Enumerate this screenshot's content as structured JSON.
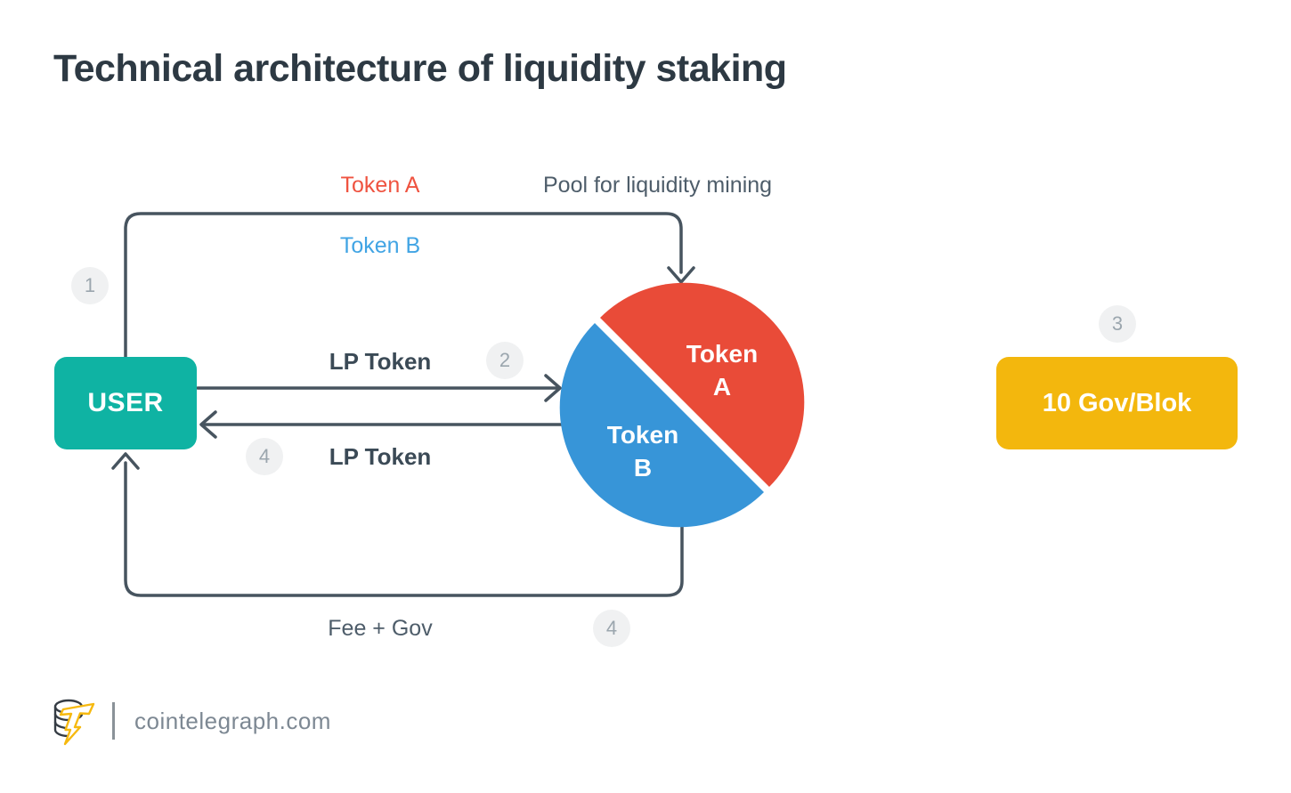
{
  "title": "Technical architecture of liquidity staking",
  "flow": {
    "deposit_token_a_label": "Token A",
    "deposit_token_b_label": "Token B",
    "pool_label": "Pool for liquidity mining",
    "lp_token_out_label": "LP Token",
    "lp_token_in_label": "LP Token",
    "fee_gov_label": "Fee + Gov",
    "user_node_label": "USER",
    "reward_node_label": "10 Gov/Blok",
    "pool_segment_a": {
      "line1": "Token",
      "line2": "A"
    },
    "pool_segment_b": {
      "line1": "Token",
      "line2": "B"
    },
    "steps": {
      "s1": "1",
      "s2": "2",
      "s3": "3",
      "s4a": "4",
      "s4b": "4"
    }
  },
  "footer": {
    "site_label": "cointelegraph.com",
    "logo_icon": "cointelegraph-coin-bolt-logo"
  },
  "colors": {
    "title-color": "#2d3943",
    "line-color": "#47545f",
    "user-teal": "#0fb3a3",
    "pie-red": "#e94b38",
    "pie-blue": "#3795d8",
    "label-red": "#ef5340",
    "label-blue": "#41a4e4",
    "reward-yellow": "#f3b70d",
    "badge-bg": "#f0f1f2",
    "badge-text": "#9ba6ae",
    "muted-text": "#4e5d6a",
    "bold-label": "#3b4a56",
    "footer-text": "#7d8893",
    "logo-yellow": "#f6b90f",
    "logo-dark": "#353c44"
  }
}
